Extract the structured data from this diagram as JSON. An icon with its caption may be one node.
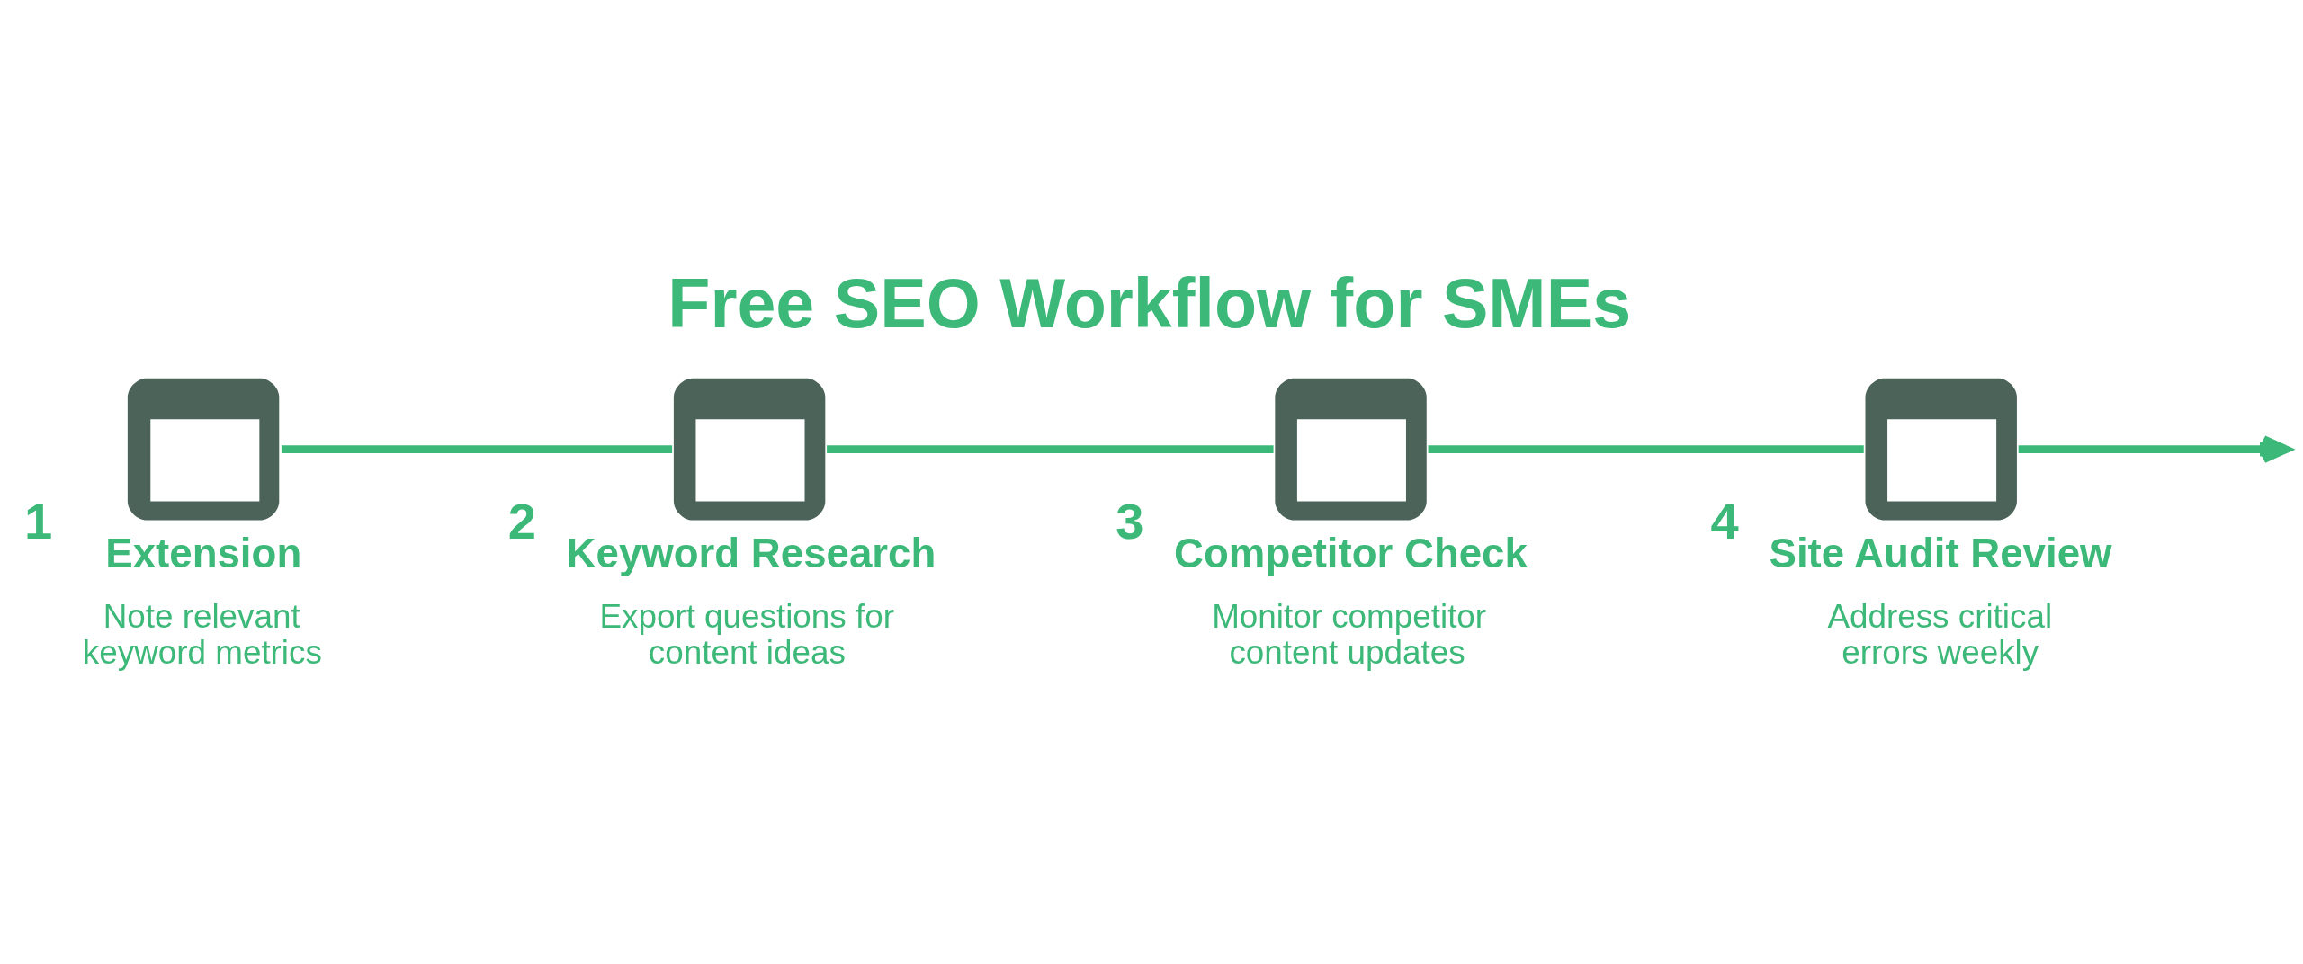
{
  "diagram": {
    "title": "Free SEO Workflow for SMEs",
    "nodes": [
      {
        "text": [
          "Extension",
          "Note relevant keyword metrics"
        ],
        "beside": [
          "1"
        ]
      },
      {
        "text": [
          "Keyword Research",
          "Export questions for content ideas"
        ],
        "beside": [
          "2"
        ]
      },
      {
        "text": [
          "Competitor Check",
          "Monitor competitor content updates"
        ],
        "beside": [
          "3"
        ]
      },
      {
        "text": [
          "Site Audit Review",
          "Address critical errors weekly"
        ],
        "beside": [
          "4"
        ]
      }
    ],
    "edges": [
      {
        "from": 0,
        "to": 1,
        "arrow": "none"
      },
      {
        "from": 1,
        "to": 2,
        "arrow": "none"
      },
      {
        "from": 2,
        "to": 3,
        "arrow": "none"
      },
      {
        "from": 3,
        "to": null,
        "arrow": "to"
      }
    ]
  }
}
